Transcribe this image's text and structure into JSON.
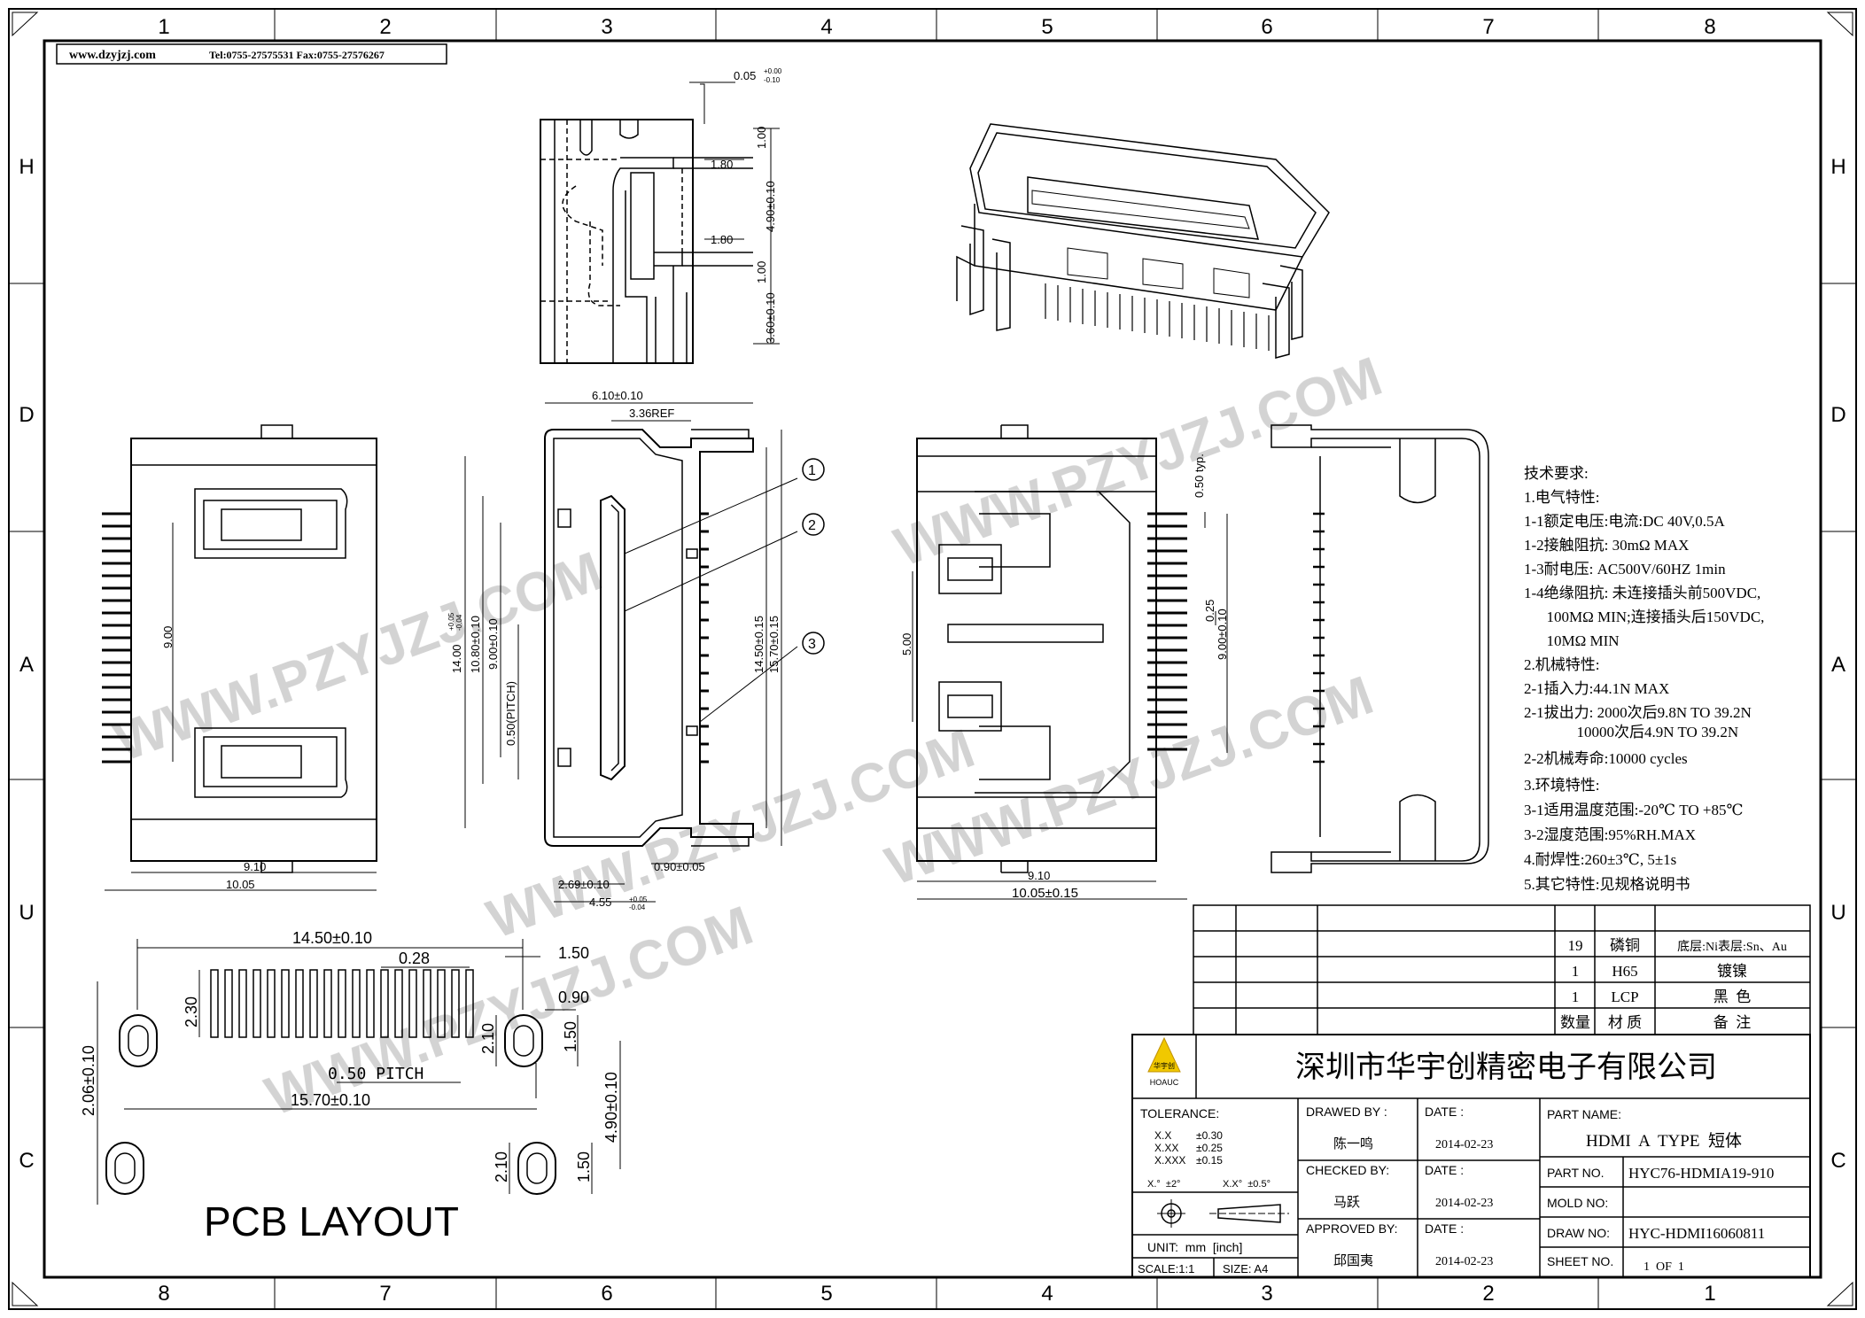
{
  "frame": {
    "col_labels_top": [
      "1",
      "2",
      "3",
      "4",
      "5",
      "6",
      "7",
      "8"
    ],
    "col_labels_bottom": [
      "8",
      "7",
      "6",
      "5",
      "4",
      "3",
      "2",
      "1"
    ],
    "row_labels_left": [
      "H",
      "D",
      "A",
      "U",
      "C"
    ],
    "row_labels_right": [
      "H",
      "D",
      "A",
      "U",
      "C"
    ]
  },
  "header_strip": {
    "website": "www.dzyjzj.com",
    "contact": "Tel:0755-27575531  Fax:0755-27576267"
  },
  "watermark": {
    "lines": [
      "WWW.PZYJZJ.COM",
      "WWW.PZYJZJ.COM",
      "WWW.PZYJZJ.COM",
      "WWW.PZYJZJ.COM",
      "WWW.PZYJZJ.COM"
    ]
  },
  "side_view": {
    "dims": [
      "0.05",
      "1.00",
      "1.80",
      "4.90±0.10",
      "1.80",
      "1.00",
      "3.60±0.10"
    ],
    "tol_sup": "+0.00",
    "tol_sub": "-0.10"
  },
  "front_view": {
    "dims": [
      "6.10±0.10",
      "3.36REF",
      "14.00",
      "10.80±0.10",
      "9.00±0.10",
      "0.50(PITCH)",
      "14.50±0.15",
      "15.70±0.15",
      "2.69±0.10",
      "0.90±0.05",
      "4.55"
    ],
    "tol_14_sup": "+0.05",
    "tol_14_sub": "-0.04",
    "tol_455_sup": "+0.05",
    "tol_455_sub": "-0.04",
    "callouts": [
      "1",
      "2",
      "3"
    ]
  },
  "left_view": {
    "dims": [
      "9.00",
      "9.10",
      "10.05"
    ]
  },
  "top_view": {
    "dims": [
      "0.50 typ.",
      "0.25",
      "9.00±0.10",
      "5.00",
      "9.10",
      "10.05±0.15"
    ]
  },
  "tech_req": {
    "lines": [
      "技术要求:",
      "1.电气特性:",
      "1-1额定电压:电流:DC 40V,0.5A",
      "1-2接触阻抗:  30mΩ MAX",
      "1-3耐电压:  AC500V/60HZ 1min",
      "1-4绝缘阻抗:  未连接插头前500VDC,",
      "      100MΩ MIN;连接插头后150VDC,",
      "      10MΩ MIN",
      "2.机械特性:",
      "2-1插入力:44.1N MAX",
      "2-1拔出力: 2000次后9.8N TO 39.2N",
      "              10000次后4.9N TO 39.2N",
      "2-2机械寿命:10000 cycles",
      "3.环境特性:",
      "3-1适用温度范围:-20℃ TO +85℃",
      "3-2湿度范围:95%RH.MAX",
      "4.耐焊性:260±3℃, 5±1s",
      "5.其它特性:见规格说明书"
    ]
  },
  "bom": {
    "rows": [
      {
        "qty": "19",
        "material": "磷铜",
        "note": "底层:Ni表层:Sn、Au"
      },
      {
        "qty": "1",
        "material": "H65",
        "note": "镀镍"
      },
      {
        "qty": "1",
        "material": "LCP",
        "note": "黑  色"
      }
    ],
    "header": {
      "qty": "数量",
      "material": "材 质",
      "note": "备  注"
    }
  },
  "pcb": {
    "title": "PCB LAYOUT",
    "dims": [
      "14.50±0.10",
      "0.28",
      "1.50",
      "2.30",
      "0.90",
      "2.10",
      "1.50",
      "0.50 PITCH",
      "2.06±0.10",
      "15.70±0.10",
      "4.90±0.10",
      "2.10",
      "1.50"
    ]
  },
  "title_block": {
    "company": "深圳市华宇创精密电子有限公司",
    "logo_text": "华宇创",
    "logo_sub": "HOAUC",
    "tolerance_label": "TOLERANCE:",
    "tolerances": [
      {
        "fmt": "X.X",
        "val": "±0.30"
      },
      {
        "fmt": "X.XX",
        "val": "±0.25"
      },
      {
        "fmt": "X.XXX",
        "val": "±0.15"
      }
    ],
    "angle_tol_1": "X.°  ±2°",
    "angle_tol_2": "X.X°  ±0.5°",
    "unit": "UNIT:  mm  [inch]",
    "scale": "SCALE:1:1",
    "size": "SIZE: A4",
    "drawn_by_label": "DRAWED BY :",
    "drawn_by": "陈一鸣",
    "checked_by_label": "CHECKED BY:",
    "checked_by": "马跃",
    "approved_by_label": "APPROVED BY:",
    "approved_by": "邱国夷",
    "date_label": "DATE :",
    "date1": "2014-02-23",
    "date2": "2014-02-23",
    "date3": "2014-02-23",
    "part_name_label": "PART NAME:",
    "part_name": "HDMI  A  TYPE  短体",
    "part_no_label": "PART NO.",
    "part_no": "HYC76-HDMIA19-910",
    "mold_no_label": "MOLD NO:",
    "mold_no": "",
    "draw_no_label": "DRAW NO:",
    "draw_no": "HYC-HDMI16060811",
    "sheet_no_label": "SHEET NO.",
    "sheet_no": "1  OF  1"
  }
}
